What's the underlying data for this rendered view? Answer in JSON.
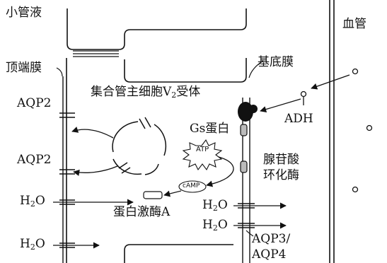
{
  "labels": {
    "tubular_fluid": "小管液",
    "blood_vessel": "血管",
    "apical_membrane": "顶端膜",
    "basal_membrane": "基底膜",
    "v2_prefix": "集合管主细胞V",
    "v2_sub": "2",
    "v2_suffix": "受体",
    "aqp2_top": "AQP2",
    "aqp2_mid": "AQP2",
    "gs_protein": "Gs蛋白",
    "adh": "ADH",
    "atp": "ATP",
    "camp": "cAMP",
    "adenylate_cyclase_line1": "腺苷酸",
    "adenylate_cyclase_line2": "环化酶",
    "protein_kinase_a": "蛋白激酶A",
    "h2o_apical_upper_base": "H",
    "h2o_apical_upper_sub": "2",
    "h2o_apical_upper_tail": "O",
    "h2o_apical_lower_base": "H",
    "h2o_apical_lower_sub": "2",
    "h2o_apical_lower_tail": "O",
    "h2o_basal_upper_base": "H",
    "h2o_basal_upper_sub": "2",
    "h2o_basal_upper_tail": "O",
    "h2o_basal_lower_base": "H",
    "h2o_basal_lower_sub": "2",
    "h2o_basal_lower_tail": "O",
    "aqp3_aqp4_line1": "AQP3/",
    "aqp3_aqp4_line2": "AQP4"
  }
}
